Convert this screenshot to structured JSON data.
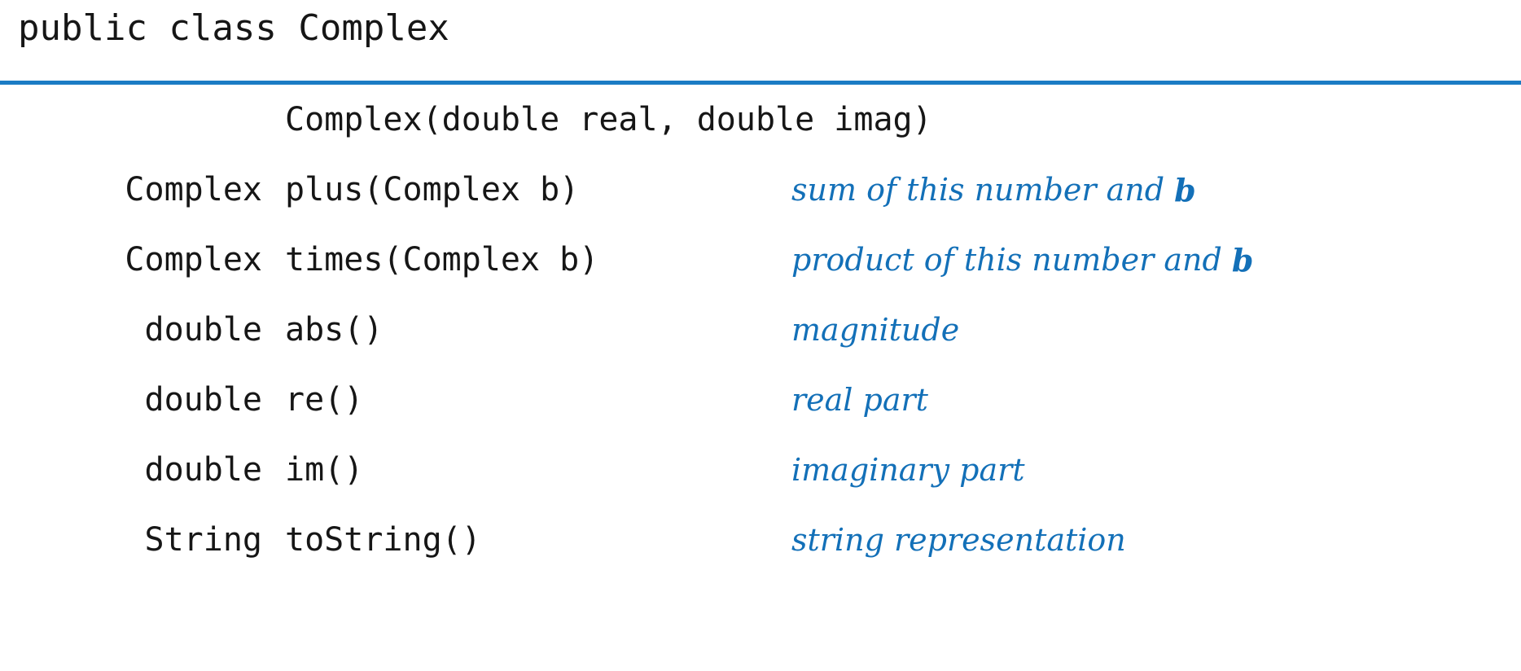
{
  "header": {
    "declaration": "public class Complex"
  },
  "rule": {
    "color": "#1B7CC4"
  },
  "colors": {
    "rule": "#1B7CC4",
    "signature_text": "#161616",
    "description_text": "#1370B8",
    "background": "#FFFFFF"
  },
  "api_table": {
    "columns": [
      "return_type",
      "signature",
      "description"
    ],
    "rows": [
      {
        "return_type": "",
        "signature": "Complex(double real, double imag)",
        "description": "",
        "description_arg": ""
      },
      {
        "return_type": "Complex",
        "signature": "plus(Complex b)",
        "description": "sum of this number and ",
        "description_arg": "b"
      },
      {
        "return_type": "Complex",
        "signature": "times(Complex b)",
        "description": "product of this number and ",
        "description_arg": "b"
      },
      {
        "return_type": "double",
        "signature": "abs()",
        "description": "magnitude",
        "description_arg": ""
      },
      {
        "return_type": "double",
        "signature": "re()",
        "description": "real part",
        "description_arg": ""
      },
      {
        "return_type": "double",
        "signature": "im()",
        "description": "imaginary part",
        "description_arg": ""
      },
      {
        "return_type": "String",
        "signature": "toString()",
        "description": "string representation",
        "description_arg": ""
      }
    ]
  }
}
